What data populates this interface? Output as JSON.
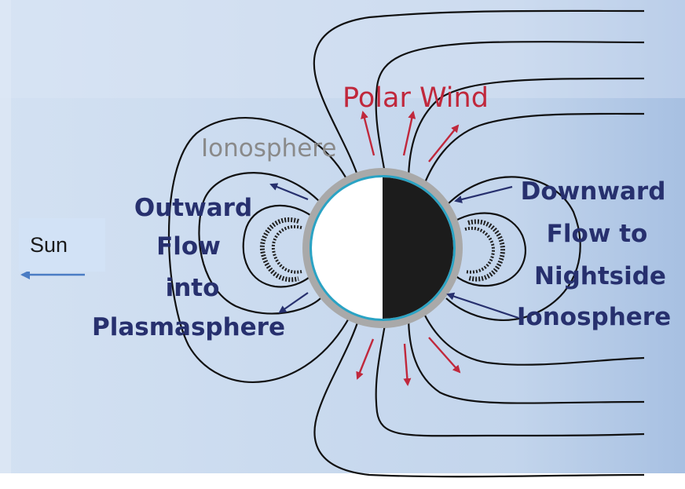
{
  "labels": {
    "polar_wind": "Polar Wind",
    "ionosphere": "Ionosphere",
    "outward": [
      "Outward",
      "Flow",
      "into",
      "Plasmasphere"
    ],
    "downward": [
      "Downward",
      "Flow to",
      "Nightside",
      "Ionosphere"
    ],
    "sun": "Sun"
  },
  "colors": {
    "background": "#c9d9ec",
    "polar_wind": "#c0283c",
    "flow_text": "#27306e",
    "ionosphere_text": "#8a8a8a",
    "ionosphere_ring": "#a9a9a9",
    "earth_ring": "#2aa3c4",
    "field_line": "#111111",
    "arrow_red": "#c0283c",
    "arrow_blue": "#27306e",
    "sun_arrow": "#4a7cc4"
  },
  "icons": {
    "earth": "earth-day-night-icon",
    "sun_direction": "arrow-left-icon"
  }
}
